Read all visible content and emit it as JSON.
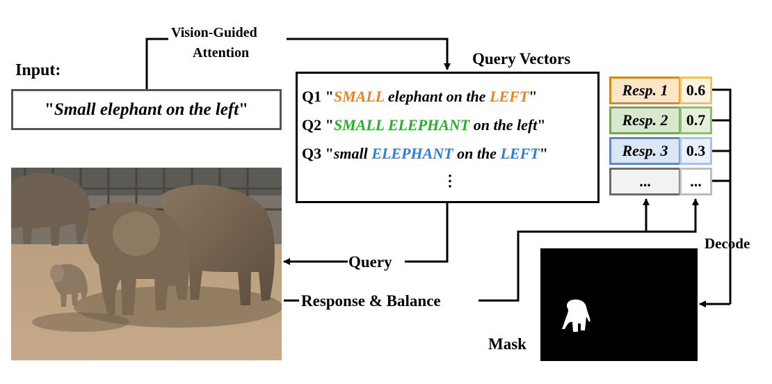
{
  "labels": {
    "input": "Input:",
    "vision_guided": "Vision-Guided",
    "attention": "Attention",
    "query_vectors": "Query Vectors",
    "query": "Query",
    "response_balance": "Response & Balance",
    "decode": "Decode",
    "mask": "Mask"
  },
  "input_text": {
    "open_quote": "\"",
    "text": "Small elephant on the left",
    "close_quote": "\""
  },
  "queries": [
    {
      "id": "Q1",
      "parts": [
        {
          "text": "\"",
          "color": "#000000"
        },
        {
          "text": "SMALL",
          "color": "#f07f1c"
        },
        {
          "text": " elephant on the ",
          "color": "#000000"
        },
        {
          "text": "LEFT",
          "color": "#f07f1c"
        },
        {
          "text": "\"",
          "color": "#000000"
        }
      ]
    },
    {
      "id": "Q2",
      "parts": [
        {
          "text": "\"",
          "color": "#000000"
        },
        {
          "text": "SMALL ELEPHANT",
          "color": "#22b322"
        },
        {
          "text": " on the left",
          "color": "#000000"
        },
        {
          "text": "\"",
          "color": "#000000"
        }
      ]
    },
    {
      "id": "Q3",
      "parts": [
        {
          "text": "\"",
          "color": "#000000"
        },
        {
          "text": "small ",
          "color": "#000000"
        },
        {
          "text": "ELEPHANT",
          "color": "#2b7de0"
        },
        {
          "text": " on the ",
          "color": "#000000"
        },
        {
          "text": "LEFT",
          "color": "#2b7de0"
        },
        {
          "text": "\"",
          "color": "#000000"
        }
      ]
    }
  ],
  "query_ellipsis": "⋮",
  "responses": [
    {
      "label": "Resp. 1",
      "value": "0.6",
      "border": "#d28b1a",
      "fill": "#fde5c8",
      "vborder": "#f2c15c",
      "vfill": "#fff3de"
    },
    {
      "label": "Resp. 2",
      "value": "0.7",
      "border": "#7aa35a",
      "fill": "#d8e8cf",
      "vborder": "#8bbf6a",
      "vfill": "#e4f0da"
    },
    {
      "label": "Resp. 3",
      "value": "0.3",
      "border": "#5f86c6",
      "fill": "#dbe6f5",
      "vborder": "#a9c3e8",
      "vfill": "#eaf1fb"
    },
    {
      "label": "...",
      "value": "...",
      "border": "#6b6b6b",
      "fill": "#f2f2f2",
      "vborder": "#bdbdbd",
      "vfill": "#ffffff"
    }
  ],
  "colors": {
    "orange": "#f07f1c",
    "green": "#22b322",
    "blue": "#2b7de0"
  }
}
